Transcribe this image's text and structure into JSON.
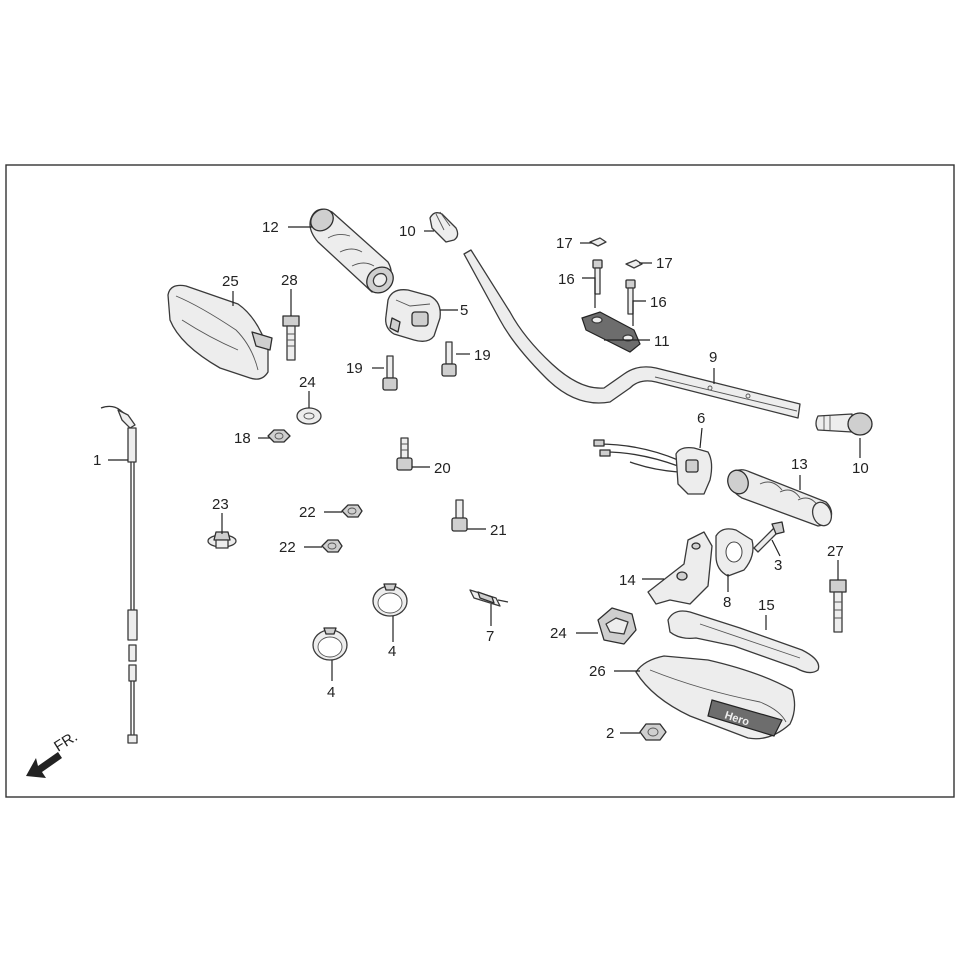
{
  "diagram": {
    "direction_label": "FR.",
    "brand_mark": "Hero",
    "callouts": {
      "c1": "1",
      "c2": "2",
      "c3": "3",
      "c4a": "4",
      "c4b": "4",
      "c5": "5",
      "c6": "6",
      "c7": "7",
      "c8": "8",
      "c9": "9",
      "c10a": "10",
      "c10b": "10",
      "c11": "11",
      "c12": "12",
      "c13": "13",
      "c14": "14",
      "c15": "15",
      "c16a": "16",
      "c16b": "16",
      "c17a": "17",
      "c17b": "17",
      "c18": "18",
      "c19a": "19",
      "c19b": "19",
      "c20": "20",
      "c21": "21",
      "c22a": "22",
      "c22b": "22",
      "c23": "23",
      "c24a": "24",
      "c24b": "24",
      "c25": "25",
      "c26": "26",
      "c27": "27",
      "c28": "28"
    }
  }
}
